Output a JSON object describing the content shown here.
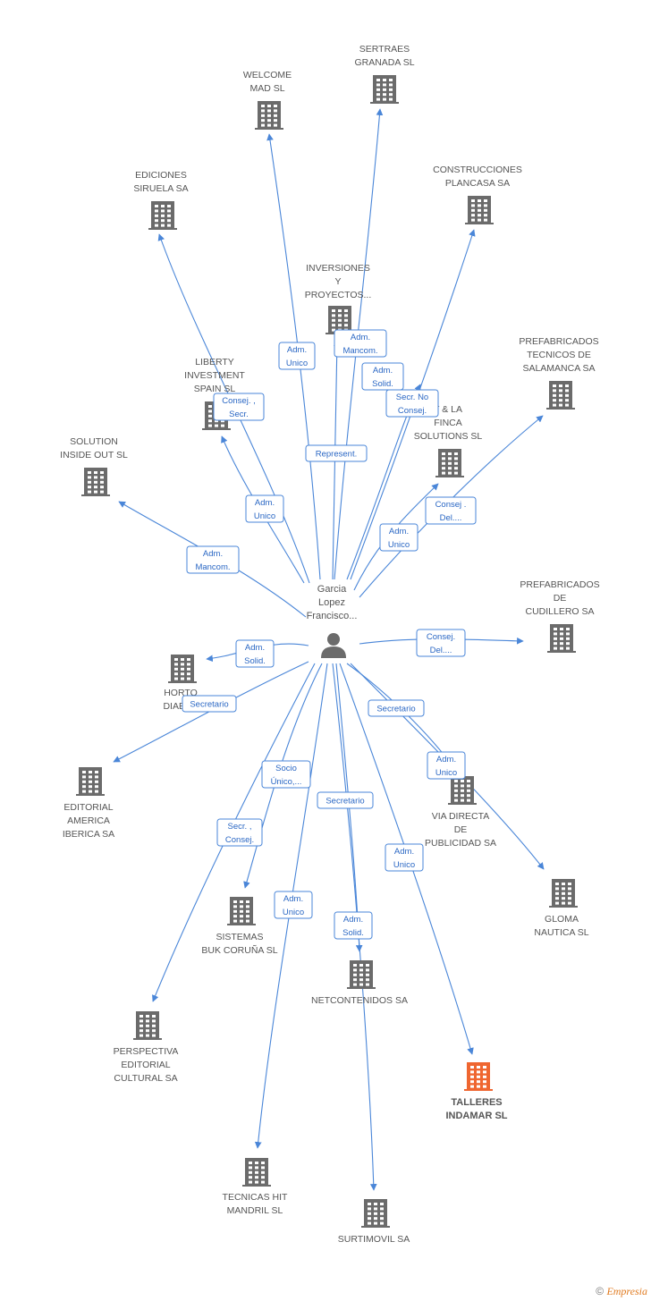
{
  "center": {
    "name_lines": [
      "Garcia",
      "Lopez",
      "Francisco..."
    ]
  },
  "nodes": [
    {
      "id": "sertraes",
      "lines": [
        "SERTRAES",
        "GRANADA SL"
      ]
    },
    {
      "id": "welcome",
      "lines": [
        "WELCOME",
        "MAD  SL"
      ]
    },
    {
      "id": "construcciones",
      "lines": [
        "CONSTRUCCIONES",
        "PLANCASA SA"
      ]
    },
    {
      "id": "ediciones",
      "lines": [
        "EDICIONES",
        "SIRUELA SA"
      ]
    },
    {
      "id": "inversiones",
      "lines": [
        "INVERSIONES",
        "Y",
        "PROYECTOS..."
      ]
    },
    {
      "id": "prefab_salamanca",
      "lines": [
        "PREFABRICADOS",
        "TECNICOS DE",
        "SALAMANCA SA"
      ]
    },
    {
      "id": "liberty",
      "lines": [
        "LIBERTY",
        "INVESTMENT",
        "SPAIN  SL"
      ]
    },
    {
      "id": "finca",
      "lines": [
        "T & LA",
        "FINCA",
        "SOLUTIONS  SL"
      ]
    },
    {
      "id": "solution",
      "lines": [
        "SOLUTION",
        "INSIDE OUT SL"
      ]
    },
    {
      "id": "prefab_cudillero",
      "lines": [
        "PREFABRICADOS",
        "DE",
        "CUDILLERO SA"
      ]
    },
    {
      "id": "horto",
      "lines": [
        "HORTO",
        "DIABL..."
      ]
    },
    {
      "id": "editorial_america",
      "lines": [
        "EDITORIAL",
        "AMERICA",
        "IBERICA SA"
      ]
    },
    {
      "id": "via_directa",
      "lines": [
        "VIA DIRECTA",
        "DE",
        "PUBLICIDAD SA"
      ]
    },
    {
      "id": "gloma",
      "lines": [
        "GLOMA",
        "NAUTICA SL"
      ]
    },
    {
      "id": "sistemas",
      "lines": [
        "SISTEMAS",
        "BUK CORUÑA SL"
      ]
    },
    {
      "id": "netcontenidos",
      "lines": [
        "NETCONTENIDOS SA"
      ]
    },
    {
      "id": "perspectiva",
      "lines": [
        "PERSPECTIVA",
        "EDITORIAL",
        "CULTURAL SA"
      ]
    },
    {
      "id": "talleres",
      "lines": [
        "TALLERES",
        "INDAMAR SL"
      ],
      "highlight": true
    },
    {
      "id": "tecnicas",
      "lines": [
        "TECNICAS HIT",
        "MANDRIL SL"
      ]
    },
    {
      "id": "surtimovil",
      "lines": [
        "SURTIMOVIL SA"
      ]
    }
  ],
  "roles": [
    {
      "target": "welcome",
      "lines": [
        "Adm.",
        "Unico"
      ]
    },
    {
      "target": "sertraes",
      "lines": [
        "Adm.",
        "Mancom."
      ]
    },
    {
      "target": "construcciones",
      "lines": [
        "Adm.",
        "Solid."
      ]
    },
    {
      "target": "construcciones",
      "lines": [
        "Secr.  No",
        "Consej."
      ]
    },
    {
      "target": "ediciones",
      "lines": [
        "Consej. ,",
        "Secr."
      ]
    },
    {
      "target": "inversiones",
      "lines": [
        "Represent."
      ]
    },
    {
      "target": "liberty",
      "lines": [
        "Adm.",
        "Unico"
      ]
    },
    {
      "target": "prefab_salamanca",
      "lines": [
        "Consej .",
        "Del...."
      ]
    },
    {
      "target": "finca",
      "lines": [
        "Adm.",
        "Unico"
      ]
    },
    {
      "target": "solution",
      "lines": [
        "Adm.",
        "Mancom."
      ]
    },
    {
      "target": "prefab_cudillero",
      "lines": [
        "Consej.",
        "Del...."
      ]
    },
    {
      "target": "horto",
      "lines": [
        "Adm.",
        "Solid."
      ]
    },
    {
      "target": "editorial_america",
      "lines": [
        "Secretario"
      ]
    },
    {
      "target": "via_directa",
      "lines": [
        "Secretario"
      ]
    },
    {
      "target": "gloma",
      "lines": [
        "Adm.",
        "Unico"
      ]
    },
    {
      "target": "sistemas",
      "lines": [
        "Socio",
        "Único,..."
      ]
    },
    {
      "target": "perspectiva",
      "lines": [
        "Secr. ,",
        "Consej."
      ]
    },
    {
      "target": "netcontenidos",
      "lines": [
        "Secretario"
      ]
    },
    {
      "target": "talleres",
      "lines": [
        "Adm.",
        "Unico"
      ]
    },
    {
      "target": "tecnicas",
      "lines": [
        "Adm.",
        "Unico"
      ]
    },
    {
      "target": "surtimovil",
      "lines": [
        "Adm.",
        "Solid."
      ]
    }
  ],
  "footer": {
    "copyright": "©",
    "brand": "Empresia"
  },
  "colors": {
    "edge": "#4a86d8",
    "building": "#6b6b6b",
    "highlight": "#ef6630",
    "label": "#555555"
  },
  "icons": {
    "company": "building-icon",
    "person": "person-icon"
  }
}
